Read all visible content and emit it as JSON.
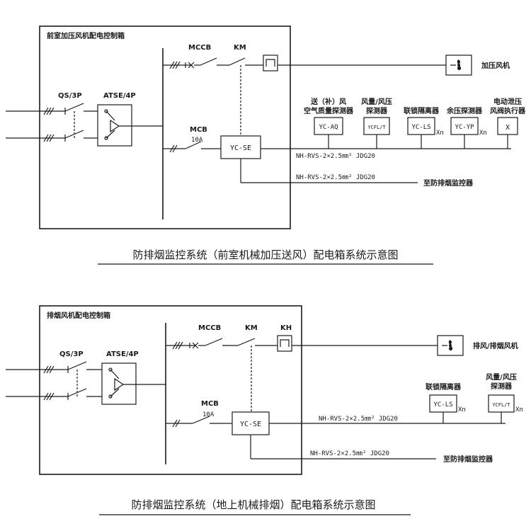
{
  "diagram1": {
    "box_title": "前室加压风机配电控制箱",
    "qs_label": "QS/3P",
    "atse_label": "ATSE/4P",
    "mccb_label": "MCCB",
    "km_label": "KM",
    "mcb_label": "MCB",
    "mcb_rating": "10A",
    "controller_label": "YC-SE",
    "fan_label": "加压风机",
    "devices": [
      {
        "title_line1": "送（补）风",
        "title_line2": "空气质量探测器",
        "code": "YC-AQ",
        "suffix": ""
      },
      {
        "title_line1": "风量/风压",
        "title_line2": "探测器",
        "code": "YCFL/T",
        "suffix": ""
      },
      {
        "title_line1": "联锁隔离器",
        "title_line2": "",
        "code": "YC-LS",
        "suffix": "Xn"
      },
      {
        "title_line1": "余压探测器",
        "title_line2": "",
        "code": "YC-YP",
        "suffix": "Xn"
      },
      {
        "title_line1": "电动泄压",
        "title_line2": "风阀执行器",
        "code": "X",
        "suffix": ""
      }
    ],
    "cable1": "NH-RVS-2×2.5㎜² JDG20",
    "cable2": "NH-RVS-2×2.5㎜² JDG20",
    "monitor_label": "至防排烟监控器",
    "caption": "防排烟监控系统（前室机械加压送风）配电箱系统示意图"
  },
  "diagram2": {
    "box_title": "排烟风机配电控制箱",
    "qs_label": "QS/3P",
    "atse_label": "ATSE/4P",
    "mccb_label": "MCCB",
    "km_label": "KM",
    "kh_label": "KH",
    "mcb_label": "MCB",
    "mcb_rating": "10A",
    "controller_label": "YC-SE",
    "fan_label": "排风/排烟风机",
    "devices": [
      {
        "title_line1": "联锁隔离器",
        "title_line2": "",
        "code": "YC-LS",
        "suffix": "Xn"
      },
      {
        "title_line1": "风量/风压",
        "title_line2": "探测器",
        "code": "YCFL/T",
        "suffix": "Xn"
      }
    ],
    "cable1": "NH-RVS-2×2.5㎜² JDG20",
    "cable2": "NH-RVS-2×2.5㎜² JDG20",
    "monitor_label": "至防排烟监控器",
    "caption": "防排烟监控系统（地上机械排烟）配电箱系统示意图"
  }
}
